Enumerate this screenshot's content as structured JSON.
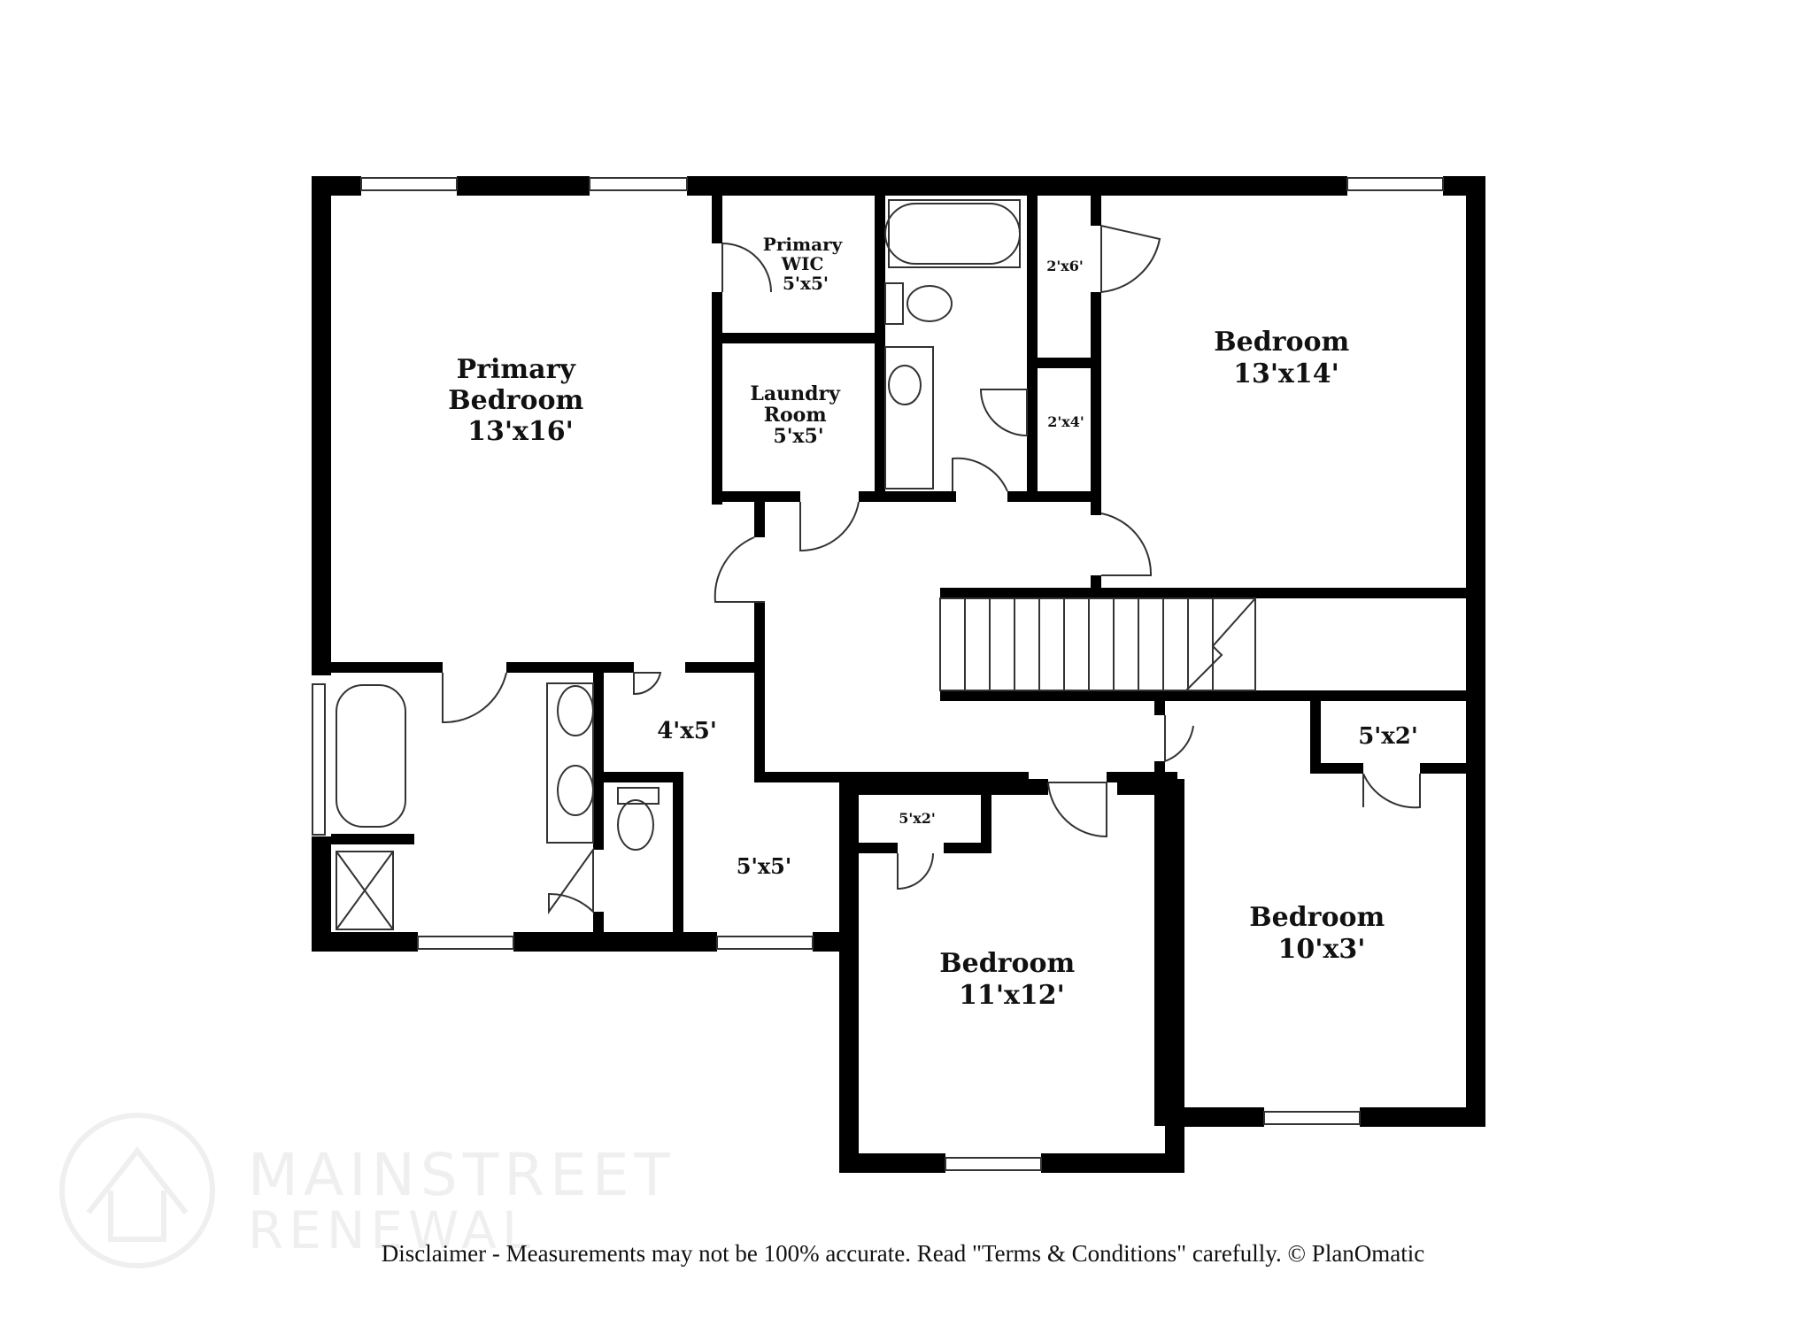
{
  "colors": {
    "wall": "#000000",
    "thin_line": "#333333",
    "watermark": "#eeeeee",
    "background": "#ffffff"
  },
  "rooms": [
    {
      "id": "primary-bedroom",
      "lines": [
        "Primary",
        "Bedroom",
        "13'x16'"
      ]
    },
    {
      "id": "primary-wic",
      "lines": [
        "Primary",
        "WIC",
        "5'x5'"
      ]
    },
    {
      "id": "laundry-room",
      "lines": [
        "Laundry",
        "Room",
        "5'x5'"
      ]
    },
    {
      "id": "closet-2x6",
      "lines": [
        "2'x6'"
      ]
    },
    {
      "id": "closet-2x4",
      "lines": [
        "2'x4'"
      ]
    },
    {
      "id": "bedroom-13x14",
      "lines": [
        "Bedroom",
        "13'x14'"
      ]
    },
    {
      "id": "room-4x5",
      "lines": [
        "4'x5'"
      ]
    },
    {
      "id": "room-5x5",
      "lines": [
        "5'x5'"
      ]
    },
    {
      "id": "closet-5x2-upper",
      "lines": [
        "5'x2'"
      ]
    },
    {
      "id": "closet-5x2-lower",
      "lines": [
        "5'x2'"
      ]
    },
    {
      "id": "bedroom-11x12",
      "lines": [
        "Bedroom",
        "11'x12'"
      ]
    },
    {
      "id": "bedroom-10x3",
      "lines": [
        "Bedroom",
        "10'x3'"
      ]
    }
  ],
  "watermark": {
    "line1": "MAINSTREET",
    "line2": "RENEWAL"
  },
  "disclaimer": "Disclaimer - Measurements may not be 100% accurate. Read \"Terms & Conditions\" carefully. © PlanOmatic"
}
